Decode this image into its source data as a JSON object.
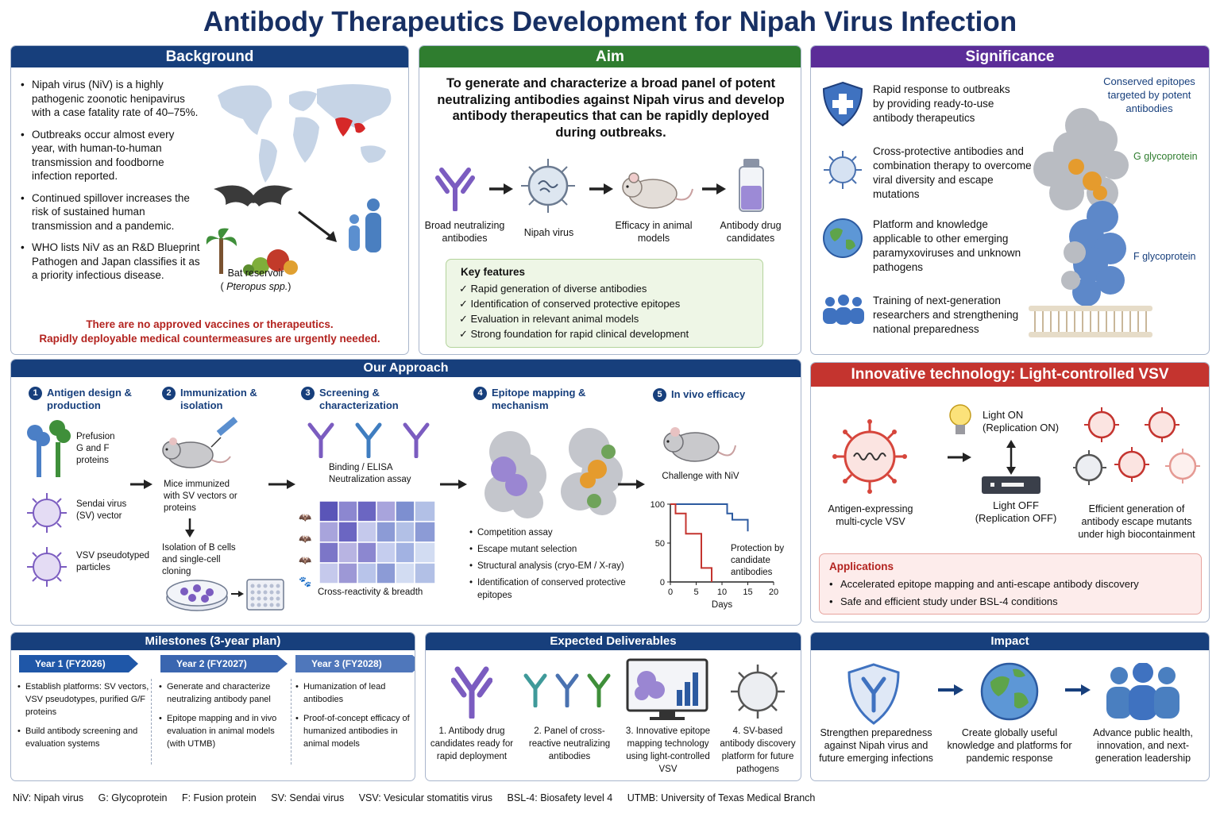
{
  "title": "Antibody Therapeutics Development for Nipah Virus Infection",
  "background": {
    "header": "Background",
    "bullets": [
      "Nipah virus (NiV) is a highly pathogenic zoonotic henipavirus with a case fatality rate of 40–75%.",
      "Outbreaks occur almost every year, with human-to-human transmission and foodborne infection reported.",
      "Continued spillover increases the risk of sustained human transmission and a pandemic.",
      "WHO lists NiV as an R&D Blueprint Pathogen and Japan classifies it as a priority infectious disease."
    ],
    "reservoir_label": "Bat reservoir",
    "reservoir_species": "Pteropus spp.",
    "warning_line1": "There are no approved vaccines or therapeutics.",
    "warning_line2": "Rapidly deployable medical countermeasures are urgently needed."
  },
  "aim": {
    "header": "Aim",
    "statement": "To generate and characterize a broad panel of potent neutralizing antibodies against Nipah virus and develop antibody therapeutics that can be rapidly deployed during outbreaks.",
    "flow": [
      "Broad neutralizing antibodies",
      "Nipah virus",
      "Efficacy in animal models",
      "Antibody drug candidates"
    ],
    "key_features_title": "Key features",
    "key_features": [
      "Rapid generation of diverse antibodies",
      "Identification of conserved protective epitopes",
      "Evaluation in relevant animal models",
      "Strong foundation for rapid clinical development"
    ]
  },
  "significance": {
    "header": "Significance",
    "items": [
      "Rapid response to outbreaks by providing ready-to-use antibody therapeutics",
      "Cross-protective antibodies and combination therapy to overcome viral diversity and escape mutations",
      "Platform and knowledge applicable to other emerging paramyxoviruses and unknown pathogens",
      "Training of next-generation researchers and strengthening national preparedness"
    ],
    "epitope_label": "Conserved epitopes targeted by potent antibodies",
    "g_label": "G glycoprotein",
    "f_label": "F glycoprotein"
  },
  "approach": {
    "header": "Our Approach",
    "steps": [
      {
        "num": "1",
        "title": "Antigen design & production"
      },
      {
        "num": "2",
        "title": "Immunization & isolation"
      },
      {
        "num": "3",
        "title": "Screening & characterization"
      },
      {
        "num": "4",
        "title": "Epitope mapping & mechanism"
      },
      {
        "num": "5",
        "title": "In vivo efficacy"
      }
    ],
    "antigen_items": [
      "Prefusion G and F proteins",
      "Sendai virus (SV) vector",
      "VSV pseudotyped particles"
    ],
    "mice_label": "Mice immunized with SV vectors or proteins",
    "isolation_label": "Isolation of B cells and single-cell cloning",
    "binding_label": "Binding / ELISA Neutralization assay",
    "cross_label": "Cross-reactivity & breadth",
    "epitope_bullets": [
      "Competition assay",
      "Escape mutant selection",
      "Structural analysis (cryo-EM / X-ray)",
      "Identification of conserved protective epitopes"
    ],
    "challenge_label": "Challenge with NiV",
    "protection_label": "Protection by candidate antibodies"
  },
  "survival_chart": {
    "chart_data": {
      "type": "line",
      "xlabel": "Days",
      "ylabel": "",
      "xlim": [
        0,
        20
      ],
      "ylim": [
        0,
        100
      ],
      "xticks": [
        0,
        5,
        10,
        15,
        20
      ],
      "yticks": [
        0,
        50,
        100
      ],
      "series": [
        {
          "color": "#2c5aa0",
          "x": [
            0,
            11,
            11,
            12,
            12,
            15,
            15
          ],
          "y": [
            100,
            100,
            88,
            88,
            80,
            80,
            65
          ]
        },
        {
          "color": "#c4342f",
          "x": [
            0,
            1,
            1,
            3,
            3,
            6,
            6,
            8,
            8
          ],
          "y": [
            100,
            100,
            88,
            88,
            62,
            62,
            18,
            18,
            0
          ]
        }
      ]
    }
  },
  "innovative": {
    "header": "Innovative technology: Light-controlled VSV",
    "vsv_label": "Antigen-expressing multi-cycle VSV",
    "light_on": "Light ON (Replication ON)",
    "light_off": "Light OFF (Replication OFF)",
    "escape_label": "Efficient generation of antibody escape mutants under high biocontainment",
    "applications_title": "Applications",
    "applications": [
      "Accelerated epitope mapping and anti-escape antibody discovery",
      "Safe and efficient study under BSL-4 conditions"
    ]
  },
  "milestones": {
    "header": "Milestones (3-year plan)",
    "years": [
      {
        "label": "Year 1 (FY2026)",
        "color": "#1f57a8",
        "items": [
          "Establish platforms: SV vectors, VSV pseudotypes, purified G/F proteins",
          "Build antibody screening and evaluation systems"
        ]
      },
      {
        "label": "Year 2 (FY2027)",
        "color": "#3a66b0",
        "items": [
          "Generate and characterize neutralizing antibody panel",
          "Epitope mapping and in vivo evaluation in animal models (with UTMB)"
        ]
      },
      {
        "label": "Year 3 (FY2028)",
        "color": "#4f77bb",
        "items": [
          "Humanization of lead antibodies",
          "Proof-of-concept efficacy of humanized antibodies in animal models"
        ]
      }
    ]
  },
  "deliverables": {
    "header": "Expected Deliverables",
    "items": [
      "1. Antibody drug candidates ready for rapid deployment",
      "2. Panel of cross-reactive neutralizing antibodies",
      "3. Innovative epitope mapping technology using light-controlled VSV",
      "4. SV-based antibody discovery platform for future pathogens"
    ]
  },
  "impact": {
    "header": "Impact",
    "items": [
      "Strengthen preparedness against Nipah virus and future emerging infections",
      "Create globally useful knowledge and platforms for pandemic response",
      "Advance public health, innovation, and next-generation leadership"
    ]
  },
  "footer": [
    "NiV: Nipah virus",
    "G: Glycoprotein",
    "F: Fusion protein",
    "SV: Sendai virus",
    "VSV: Vesicular stomatitis virus",
    "BSL-4: Biosafety level 4",
    "UTMB: University of Texas Medical Branch"
  ]
}
